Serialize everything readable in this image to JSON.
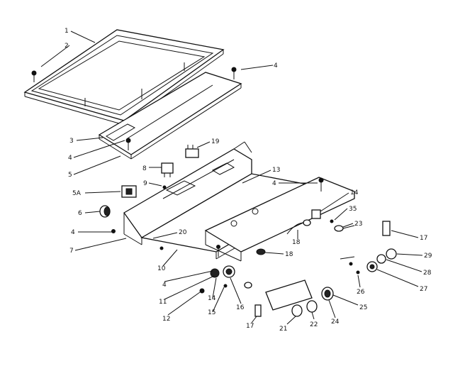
{
  "diagram": {
    "callouts": [
      {
        "id": "c1",
        "text": "1"
      },
      {
        "id": "c2",
        "text": "2"
      },
      {
        "id": "c4a",
        "text": "4"
      },
      {
        "id": "c3",
        "text": "3"
      },
      {
        "id": "c4b",
        "text": "4"
      },
      {
        "id": "c5",
        "text": "5"
      },
      {
        "id": "c19",
        "text": "19"
      },
      {
        "id": "c8",
        "text": "8"
      },
      {
        "id": "c13",
        "text": "13"
      },
      {
        "id": "c9",
        "text": "9"
      },
      {
        "id": "c4c",
        "text": "4"
      },
      {
        "id": "c5a",
        "text": "5A"
      },
      {
        "id": "c14a",
        "text": "14"
      },
      {
        "id": "c6",
        "text": "6"
      },
      {
        "id": "c35",
        "text": "35"
      },
      {
        "id": "c23",
        "text": "23"
      },
      {
        "id": "c4d",
        "text": "4"
      },
      {
        "id": "c20",
        "text": "20"
      },
      {
        "id": "c17a",
        "text": "17"
      },
      {
        "id": "c7",
        "text": "7"
      },
      {
        "id": "c18a",
        "text": "18"
      },
      {
        "id": "c10",
        "text": "10"
      },
      {
        "id": "c18b",
        "text": "18"
      },
      {
        "id": "c29",
        "text": "29"
      },
      {
        "id": "c4e",
        "text": "4"
      },
      {
        "id": "c28",
        "text": "28"
      },
      {
        "id": "c11",
        "text": "11"
      },
      {
        "id": "c26",
        "text": "26"
      },
      {
        "id": "c27",
        "text": "27"
      },
      {
        "id": "c14b",
        "text": "14"
      },
      {
        "id": "c12",
        "text": "12"
      },
      {
        "id": "c15",
        "text": "15"
      },
      {
        "id": "c16",
        "text": "16"
      },
      {
        "id": "c25",
        "text": "25"
      },
      {
        "id": "c17b",
        "text": "17"
      },
      {
        "id": "c22",
        "text": "22"
      },
      {
        "id": "c24",
        "text": "24"
      },
      {
        "id": "c21",
        "text": "21"
      }
    ]
  }
}
